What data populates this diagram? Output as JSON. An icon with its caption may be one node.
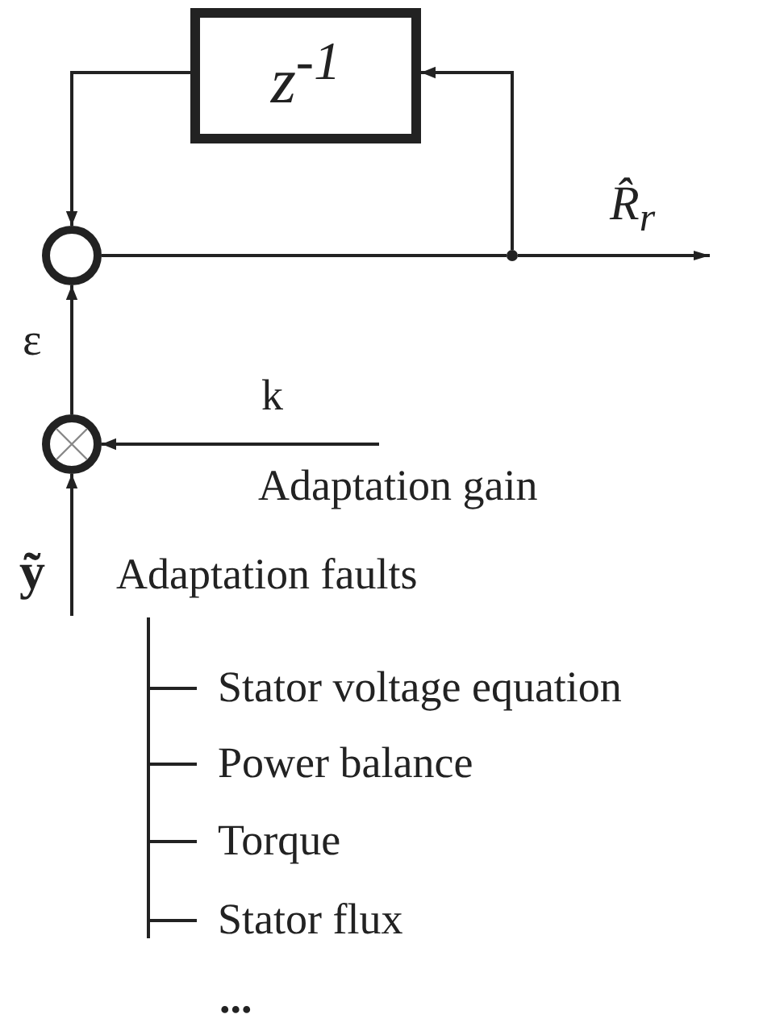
{
  "diagram": {
    "nodes": [
      {
        "text": [
          "z$^{-1}$"
        ]
      },
      {
        "text": [],
        "shape": "circle"
      },
      {
        "text": [],
        "shape": "circle"
      },
      {
        "text": [],
        "shape": "dot"
      }
    ],
    "edges": [
      {
        "from": 0,
        "to": 1,
        "arrow": "to"
      },
      {
        "from": 1,
        "to": 3,
        "arrow": "none"
      },
      {
        "from": 3,
        "to": null,
        "arrow": "to",
        "label": "R̂$_{r}$"
      },
      {
        "from": 3,
        "to": 0,
        "arrow": "to"
      },
      {
        "from": 2,
        "to": 1,
        "arrow": "to",
        "label": "ε"
      },
      {
        "from": null,
        "to": 2,
        "arrow": "to",
        "label": "k"
      },
      {
        "from": null,
        "to": 2,
        "arrow": "to",
        "label": "ỹ"
      }
    ],
    "labels": [
      "Adaptation gain",
      "Adaptation faults",
      "Stator voltage equation",
      "Power balance",
      "Torque",
      "Stator flux",
      "..."
    ]
  }
}
